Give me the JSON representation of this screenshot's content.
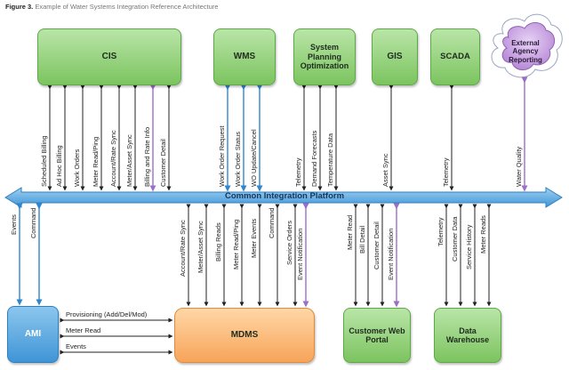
{
  "figure": {
    "label": "Figure 3.",
    "caption": "Example of Water Systems Integration Reference Architecture"
  },
  "platform": {
    "label": "Common Integration Platform"
  },
  "systems": {
    "cis": "CIS",
    "wms": "WMS",
    "spo": "System Planning Optimization",
    "gis": "GIS",
    "scada": "SCADA",
    "ext": "External Agency Reporting",
    "ami": "AMI",
    "mdms": "MDMS",
    "cwp": "Customer Web Portal",
    "dw": "Data Warehouse"
  },
  "flows": {
    "cis": [
      "Scheduled Billing",
      "Ad Hoc Billing",
      "Work Orders",
      "Meter Read/Ping",
      "Account/Rate Sync",
      "Meter/Asset Sync",
      "Billing and Rate Info",
      "Customer Detail"
    ],
    "wms": [
      "Work Order Request",
      "Work Order Status",
      "WO Update/Cancel"
    ],
    "spo": [
      "Telemetry",
      "Demand Forecasts",
      "Temperature Data"
    ],
    "gis": [
      "Asset Sync"
    ],
    "scada": [
      "Telemetry"
    ],
    "ext": [
      "Water Quality"
    ],
    "ami": [
      "Events",
      "Command"
    ],
    "mdms": [
      "Account/Rate Sync",
      "Meter/Asset Sync",
      "Billing Reads",
      "Meter Read/Ping",
      "Meter Events",
      "Command",
      "Service Orders",
      "Event Notification"
    ],
    "cwp": [
      "Meter Read",
      "Bill Detail",
      "Customer Detail",
      "Event Notification"
    ],
    "dw": [
      "Telemetry",
      "Customer Data",
      "Service History",
      "Meter Reads"
    ],
    "ami_mdms": [
      "Provisioning (Add/Del/Mod)",
      "Meter Read",
      "Events"
    ]
  },
  "colors": {
    "green": "#7cc45f",
    "blue": "#3f95d6",
    "orange": "#f7a45a",
    "purple": "#b88ad6",
    "platform": "#5aa9e0",
    "arrow": "#222222",
    "arrow_blue": "#2f86d0"
  }
}
